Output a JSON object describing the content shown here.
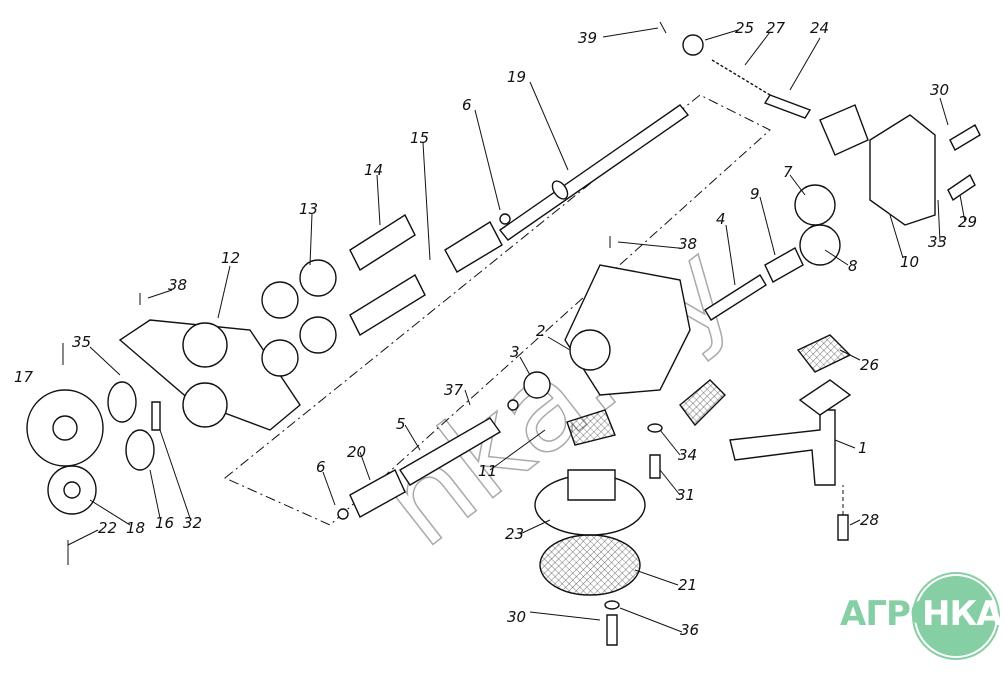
{
  "title": "Oil pump exploded view",
  "labels": [
    "39",
    "25",
    "27",
    "24",
    "30",
    "19",
    "6",
    "15",
    "14",
    "13",
    "12",
    "38",
    "7",
    "9",
    "4",
    "38",
    "10",
    "33",
    "29",
    "8",
    "2",
    "3",
    "35",
    "17",
    "37",
    "26",
    "11",
    "34",
    "1",
    "5",
    "20",
    "6",
    "31",
    "22",
    "18",
    "16",
    "32",
    "23",
    "28",
    "21",
    "30",
    "36"
  ],
  "watermark": "nka.by",
  "logo": {
    "left": "АГРО",
    "right": "НКА",
    "color": "#86cfa5"
  }
}
